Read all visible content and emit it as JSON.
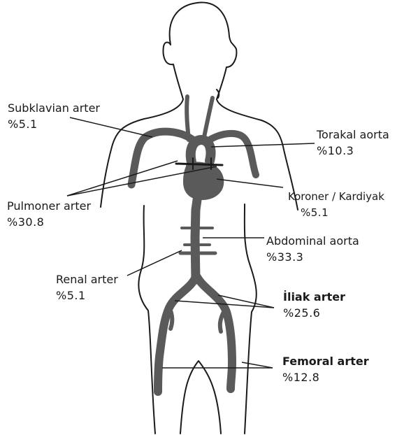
{
  "colors": {
    "vessel": "#5a5a5a",
    "outline": "#1a1a1a",
    "leader": "#1a1a1a",
    "background": "#ffffff"
  },
  "labels": {
    "subklavian": {
      "name": "Subklavian arter",
      "percent": "%5.1"
    },
    "torakal": {
      "name": "Torakal aorta",
      "percent": "%10.3"
    },
    "pulmoner": {
      "name": "Pulmoner arter",
      "percent": "%30.8"
    },
    "koroner": {
      "name": "Koroner / Kardiyak",
      "percent": "%5.1"
    },
    "abdominal": {
      "name": "Abdominal aorta",
      "percent": "%33.3"
    },
    "renal": {
      "name": "Renal arter",
      "percent": "%5.1"
    },
    "iliak": {
      "name": "İliak arter",
      "percent": "%25.6"
    },
    "femoral": {
      "name": "Femoral arter",
      "percent": "%12.8"
    }
  }
}
